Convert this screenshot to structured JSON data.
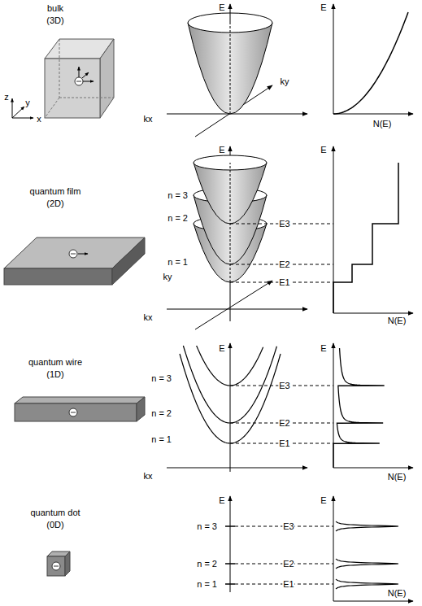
{
  "diagram": {
    "labels": [
      "bulk",
      "(3D)",
      "z",
      "y",
      "x",
      "E",
      "ky",
      "kx",
      "E",
      "N(E)",
      "quantum film",
      "(2D)",
      "E",
      "n = 3",
      "n = 2",
      "n = 1",
      "E3",
      "E2",
      "E1",
      "ky",
      "kx",
      "E",
      "N(E)",
      "quantum wire",
      "(1D)",
      "E",
      "n = 3",
      "n = 2",
      "n = 1",
      "E3",
      "E2",
      "E1",
      "kx",
      "E",
      "N(E)",
      "quantum dot",
      "(0D)",
      "E",
      "n = 3",
      "n = 2",
      "n = 1",
      "E3",
      "E2",
      "E1",
      "E",
      "N(E)"
    ]
  }
}
